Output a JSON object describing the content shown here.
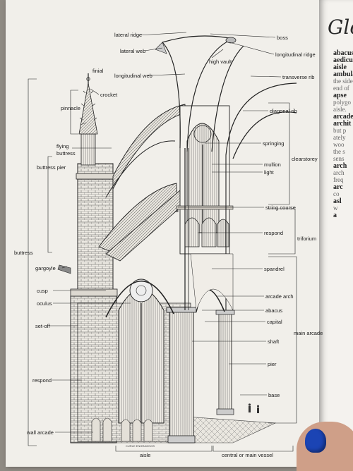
{
  "labels": {
    "lateral_ridge": "lateral ridge",
    "boss": "boss",
    "lateral_web": "lateral web",
    "longitudinal_ridge": "longitudinal ridge",
    "high_vault": "high vault",
    "finial": "finial",
    "longitudinal_web": "longitudinal web",
    "transverse_rib": "transverse rib",
    "crocket": "crocket",
    "pinnacle": "pinnacle",
    "diagonal_rib": "diagonal rib",
    "flying_buttress": "flying\nbuttress",
    "springing": "springing",
    "clearstorey": "clearstorey",
    "buttress_pier": "buttress pier",
    "mullion": "mullion",
    "light": "light",
    "string_course": "string course",
    "respond_upper": "respond",
    "triforium": "triforium",
    "buttress": "buttress",
    "gargoyle": "gargoyle",
    "spandrel": "spandrel",
    "cusp": "cusp",
    "arcade_arch": "arcade arch",
    "oculus": "oculus",
    "abacus": "abacus",
    "capital": "capital",
    "set_off": "set-off",
    "main_arcade": "main arcade",
    "shaft": "shaft",
    "pier": "pier",
    "respond_lower": "respond",
    "base": "base",
    "wall_arcade": "wall arcade",
    "aisle": "aisle",
    "central_vessel": "central or main vessel"
  },
  "next_page": {
    "title": "Glos",
    "words": [
      "abacus",
      "aedicule",
      "aisle",
      "ambulat",
      "apse",
      "arcade",
      "archit",
      "arch",
      "arc",
      "asl",
      "a"
    ]
  }
}
